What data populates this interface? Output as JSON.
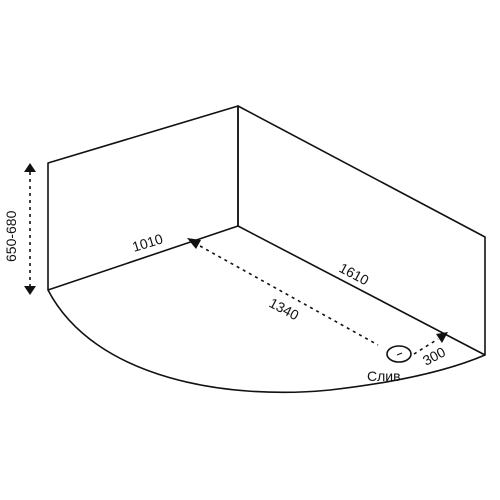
{
  "dimensions": {
    "height": "650-680",
    "short_side": "1010",
    "long_side": "1610",
    "diagonal": "1340",
    "drain_offset": "300"
  },
  "drain": {
    "label": "Слив"
  },
  "colors": {
    "line": "#111111",
    "background": "#ffffff"
  }
}
